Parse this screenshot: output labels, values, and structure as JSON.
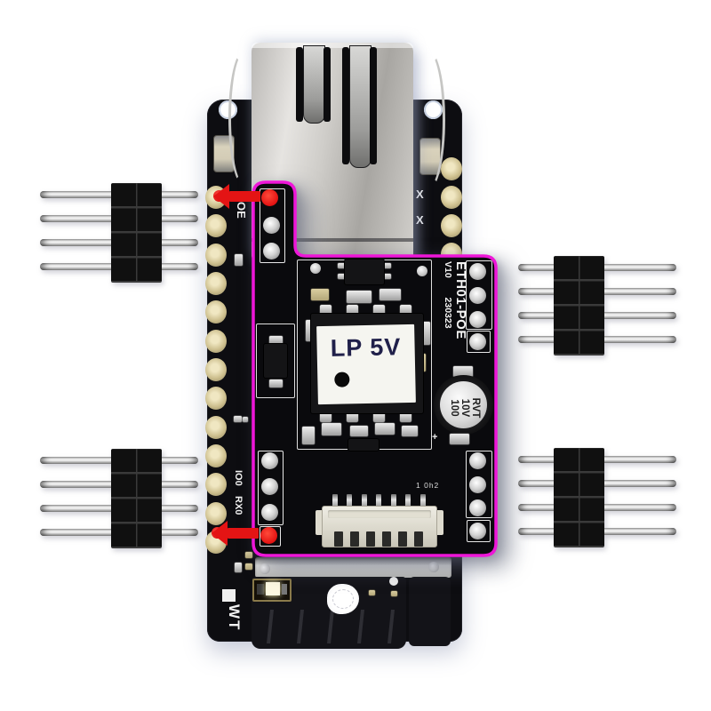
{
  "photo": {
    "subject": "WT32-ETH01 ethernet board with ETH01-POE power module highlighted by magenta outline, four 4-pin headers and red alignment arrows",
    "background_color": "#ffffff",
    "highlight_color": "#ee16d8",
    "annotation_color": "#e41414"
  },
  "main_board": {
    "labels": {
      "oe": "OE",
      "x_top": "X",
      "x_bottom": "X",
      "io0": "IO0",
      "rx0": "RX0",
      "brand": "WT"
    }
  },
  "poe_module": {
    "name": "ETH01-POE",
    "version": "V10",
    "date_code": "230323",
    "transformer_label": "LP 5V",
    "connector_silkscreen": "1 0h2",
    "capacitor": {
      "l1": "100",
      "l2": "10V",
      "l3": "RVT",
      "polarity": "+"
    }
  }
}
